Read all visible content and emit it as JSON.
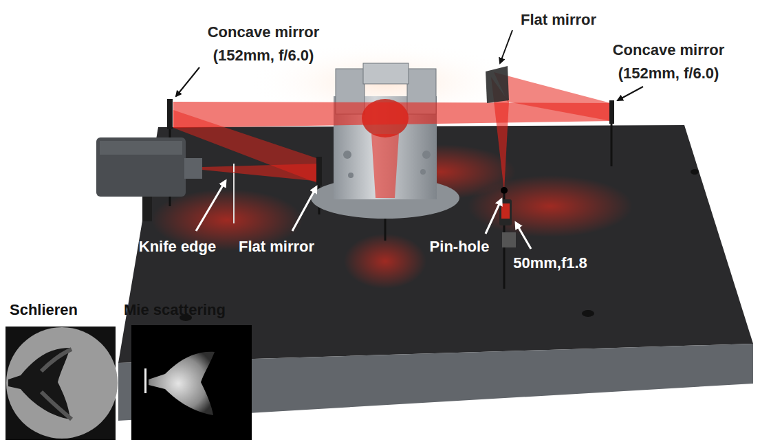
{
  "diagram": {
    "nodes": [
      {
        "text": [
          "Schlieren"
        ]
      },
      {
        "text": [
          "Mie scattering"
        ]
      }
    ],
    "labels": [
      "Concave mirror (152mm, f/6.0)",
      "Flat mirror",
      "Concave mirror (152mm, f/6.0)",
      "Knife edge",
      "Flat mirror",
      "Pin-hole",
      "50mm,f1.8"
    ]
  }
}
